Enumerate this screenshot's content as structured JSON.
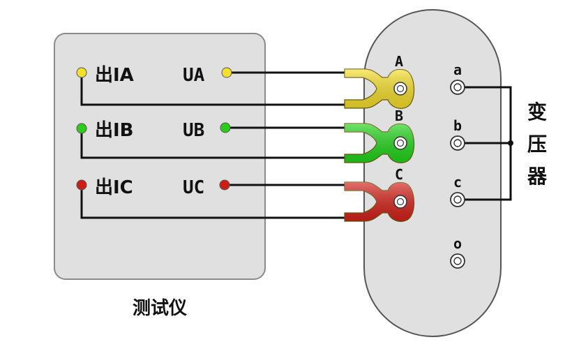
{
  "tester": {
    "caption": "测试仪",
    "rows": [
      {
        "out_label": "出IA",
        "volt_label": "UA",
        "color": "#f2e030"
      },
      {
        "out_label": "出IB",
        "volt_label": "UB",
        "color": "#2ecc1a"
      },
      {
        "out_label": "出IC",
        "volt_label": "UC",
        "color": "#cc1f14"
      }
    ]
  },
  "transformer": {
    "caption_chars": [
      "变",
      "压",
      "器"
    ],
    "clamps": [
      {
        "label": "A",
        "color": "#f7e02a"
      },
      {
        "label": "B",
        "color": "#22d61a"
      },
      {
        "label": "C",
        "color": "#d6211a"
      }
    ],
    "terminals": [
      "a",
      "b",
      "c",
      "o"
    ]
  },
  "colors": {
    "panel_fill": "#e0e0e0",
    "panel_stroke": "#8a8a8a",
    "wire": "#111111"
  }
}
